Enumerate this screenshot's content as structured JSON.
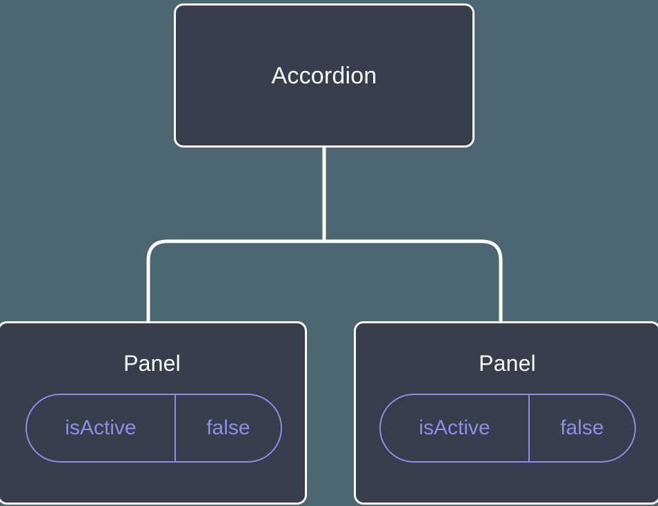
{
  "diagram": {
    "type": "component-tree",
    "background_color": "#4c6771",
    "node_fill_color": "#383e4b",
    "node_border_color": "#ffffff",
    "node_text_color": "#ffffff",
    "accent_color": "#8b8fe8",
    "edge_color": "#ffffff",
    "root": {
      "label": "Accordion"
    },
    "children": [
      {
        "label": "Panel",
        "state": {
          "key": "isActive",
          "value": "false"
        }
      },
      {
        "label": "Panel",
        "state": {
          "key": "isActive",
          "value": "false"
        }
      }
    ]
  }
}
